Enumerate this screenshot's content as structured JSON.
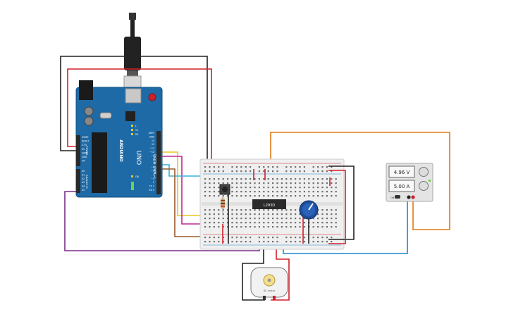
{
  "arduino": {
    "brand": "ARDUINO",
    "model": "UNO",
    "digital_header_label": "DIGITAL (PWM ~)",
    "analog_header_label": "ANALOG IN",
    "power_header_label": "POWER",
    "digital_pins": [
      "AREF",
      "GND",
      "13",
      "12",
      "~11",
      "~10",
      "~9",
      "8",
      "7",
      "~6",
      "~5",
      "4",
      "~3",
      "2",
      "TX 1",
      "RX 0"
    ],
    "power_pins": [
      "IOREF",
      "RESET",
      "3.3V",
      "5V",
      "GND",
      "GND",
      "Vin"
    ],
    "analog_pins": [
      "A0",
      "A1",
      "A2",
      "A3",
      "A4",
      "A5"
    ],
    "led_labels": [
      "L",
      "TX",
      "RX",
      "ON"
    ]
  },
  "driver_chip": {
    "label": "L293D"
  },
  "power_supply": {
    "voltage": "4.96 V",
    "current": "5.00 A",
    "on_label": "ON"
  },
  "motor": {
    "label": "DC motor"
  },
  "colors": {
    "board": "#1e6aa6",
    "wire_black": "#222222",
    "wire_red": "#d0202a",
    "wire_orange": "#e07a14",
    "wire_purple": "#7a2c8a",
    "wire_yellow": "#e8c81c",
    "wire_cyan": "#3ab0d8",
    "wire_magenta": "#c02890",
    "wire_brown": "#9a5a2a",
    "wire_blue": "#1e86c8"
  }
}
